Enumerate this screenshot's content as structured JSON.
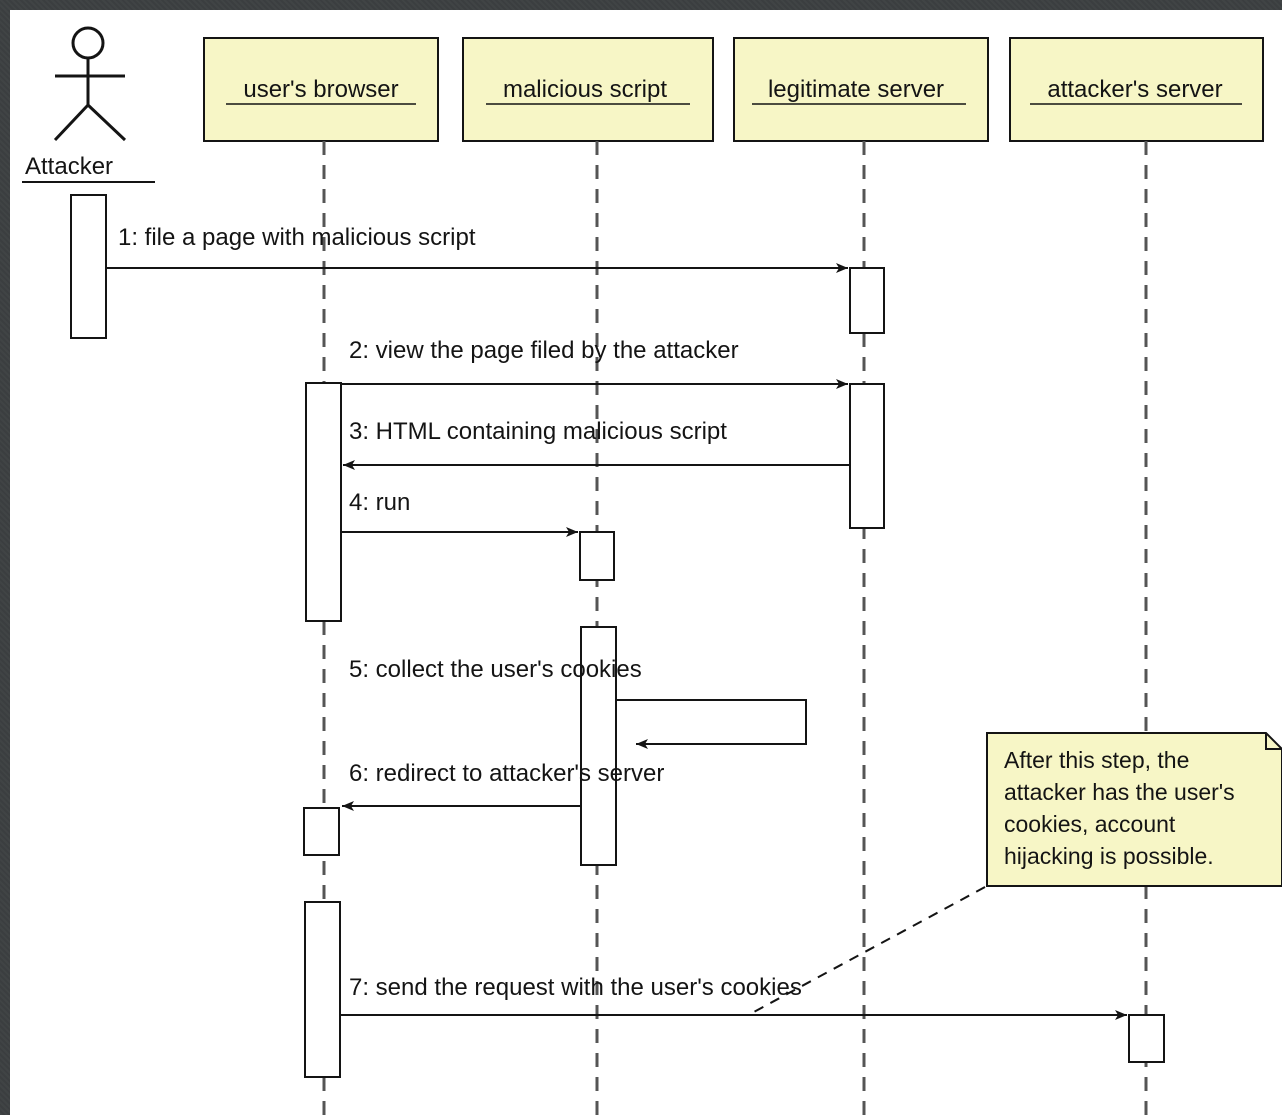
{
  "actor": {
    "name": "Attacker"
  },
  "lifelines": [
    {
      "id": "browser",
      "label": "user's browser"
    },
    {
      "id": "script",
      "label": "malicious script"
    },
    {
      "id": "legit",
      "label": "legitimate server"
    },
    {
      "id": "attacker_server",
      "label": "attacker's server"
    }
  ],
  "messages": [
    {
      "label": "1: file a page with malicious script"
    },
    {
      "label": "2: view the page filed by the attacker"
    },
    {
      "label": "3: HTML containing malicious script"
    },
    {
      "label": "4: run"
    },
    {
      "label": "5: collect the user's cookies"
    },
    {
      "label": "6: redirect to attacker's server"
    },
    {
      "label": "7: send the request with the user's cookies"
    }
  ],
  "note": {
    "lines": [
      "After this step, the",
      "attacker has the user's",
      "cookies, account",
      "hijacking is possible."
    ]
  },
  "colors": {
    "header_fill": "#f7f6c6",
    "note_fill": "#f7f6c6",
    "line": "#141414",
    "lifeline": "#555555",
    "background": "#3c3f41"
  }
}
